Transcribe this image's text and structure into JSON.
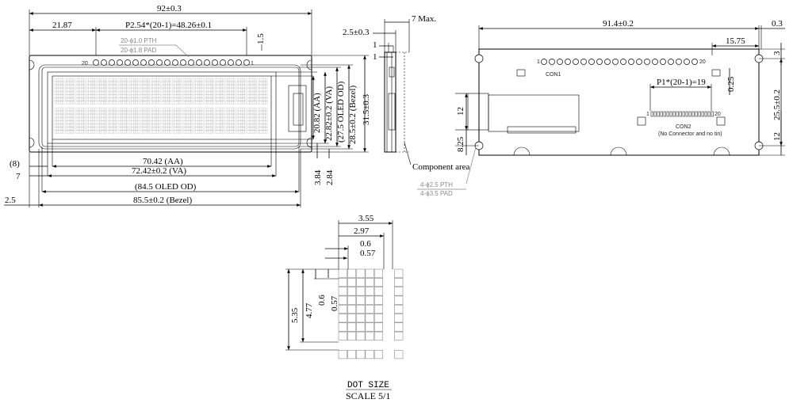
{
  "front_view": {
    "overall_width": "92±0.3",
    "left_offset": "21.87",
    "pitch": "P2.54*(20-1)=48.26±0.1",
    "pth": "20-ϕ1.0  PTH",
    "pad": "20-ϕ1.8  PAD",
    "pad_offset": "1.5",
    "pin_first": "20",
    "pin_last": "1",
    "aa_width": "70.42 (AA)",
    "va_width": "72.42±0.2 (VA)",
    "oled_od_width": "(84.5 OLED OD)",
    "bezel_width": "85.5±0.2 (Bezel)",
    "left_8": "(8)",
    "left_7": "7",
    "left_25": "2.5",
    "aa_height": "20.82 (AA)",
    "va_height": "22.82±0.2 (VA)",
    "oled_od_height": "(27.5 OLED OD)",
    "bezel_height": "28.5±0.2 (Bezel)",
    "overall_height": "31.5±0.3",
    "h_384": "3.84",
    "h_284": "2.84"
  },
  "side_view": {
    "max_thickness": "7 Max.",
    "d_25": "2.5±0.3",
    "d_1": "1",
    "d_1b": "1",
    "component_area": "Component area"
  },
  "back_view": {
    "width": "91.4±0.2",
    "d_03": "0.3",
    "d_1575": "15.75",
    "d_3": "3",
    "d_025": "0.25",
    "height": "25.5±0.2",
    "d_12_left": "12",
    "d_825": "8.25",
    "d_12_right": "12",
    "con1": "CON1",
    "con1_pin_first": "1",
    "con1_pin_last": "20",
    "con2_pitch": "P1*(20-1)=19",
    "con2_pin_first": "1",
    "con2_pin_last": "20",
    "con2": "CON2",
    "con2_note": "(No Connector and no tin)",
    "mount_pth": "4-ϕ2.5  PTH",
    "mount_pad": "4-ϕ3.5  PAD"
  },
  "dot_detail": {
    "w_355": "3.55",
    "w_297": "2.97",
    "w_06": "0.6",
    "w_057": "0.57",
    "h_535": "5.35",
    "h_477": "4.77",
    "h_06": "0.6",
    "h_057": "0.57",
    "title": "DOT  SIZE",
    "scale": "SCALE 5/1"
  }
}
